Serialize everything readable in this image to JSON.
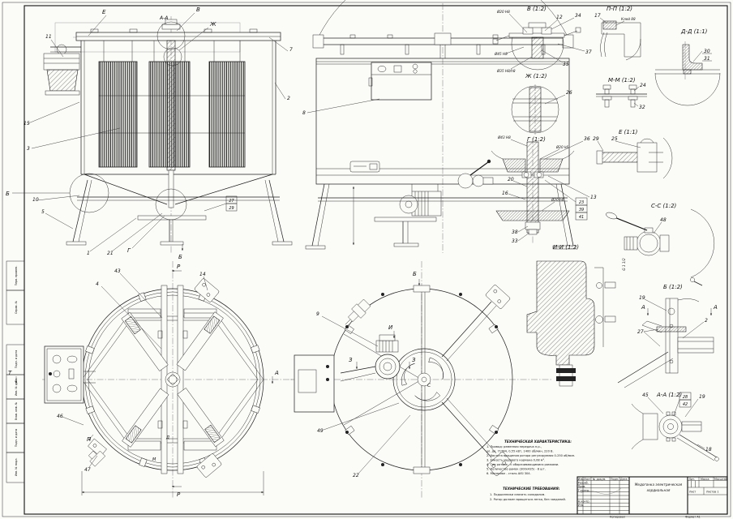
{
  "frame": {
    "margin_labels": [
      "Перв. примен.",
      "Справ. №",
      "Подп. и дата",
      "Инв. № дубл.",
      "Взам. инв. №",
      "Подп. и дата",
      "Инв. № подл."
    ],
    "copied": "Копировал",
    "format": "Формат А1"
  },
  "front": {
    "e": "Е",
    "v": "В",
    "aa": "А-А",
    "zh": "Ж",
    "g": "Г",
    "b_left": "Б",
    "b_bottom": "Б",
    "c7": "7",
    "c2": "2",
    "c11": "11",
    "c15": "15",
    "c3": "3",
    "c10": "10",
    "c5": "5",
    "c1": "1",
    "c21": "21",
    "c27": "27",
    "c29": "29"
  },
  "side": {
    "c8": "8"
  },
  "top": {
    "p_top": "Р",
    "p_bottom": "Р",
    "t_left": "Т",
    "a_right": "А",
    "pi": "П",
    "d": "Д",
    "m": "М",
    "c43": "43",
    "c4": "4",
    "c14": "14",
    "c46": "46",
    "c47": "47"
  },
  "bottom": {
    "b": "Б",
    "i": "И",
    "z1": "З",
    "z2": "З",
    "s": "С",
    "c9": "9",
    "c49": "49",
    "c22": "22"
  },
  "details": {
    "v": {
      "t": "В (1:2)",
      "c12": "12",
      "c34": "34",
      "c37": "37",
      "c35": "35",
      "d1": "Ø20 H8",
      "d2": "Ø45 H8",
      "d3": "Ø35 H8/h8"
    },
    "zh": {
      "t": "Ж (1:2)",
      "c26": "26"
    },
    "pp": {
      "t": "П-П (1:2)",
      "c17": "17",
      "glue": "Клей 88"
    },
    "mm": {
      "t": "М-М (1:2)",
      "c24": "24",
      "c32": "32"
    },
    "dd": {
      "t": "Д-Д (1:1)",
      "c30": "30",
      "c31": "31"
    },
    "g": {
      "t": "Г (1:2)",
      "c36": "36",
      "c20": "20",
      "c16": "16",
      "c13": "13",
      "c23": "23",
      "c39": "39",
      "c41": "41",
      "c38": "38",
      "c33": "33",
      "d1": "Ø43 H8",
      "d2": "Ø20 k6",
      "d3": "Ø20 h6"
    },
    "e": {
      "t": "Е (1:1)",
      "c29": "29",
      "c25": "25"
    },
    "ss": {
      "t": "С-С (1:2)",
      "c48": "48",
      "d1": "G 1 1/2"
    },
    "ii": {
      "t": "И-И (1:2)"
    },
    "b": {
      "t": "Б (1:2)",
      "c19": "19",
      "c27": "27",
      "c2": "2",
      "a_l": "А",
      "a_r": "А"
    },
    "aa": {
      "t": "А-А (1:2)",
      "c45": "45",
      "c28": "28",
      "c42": "42",
      "c19": "19",
      "c18": "18"
    }
  },
  "tech_char": {
    "title": "ТЕХНИЧЕСКАЯ ХАРАКТЕРИСТИКА:",
    "lines": [
      "1.  Привод: ременная передача п.р.,",
      "эл. дв. 71ТВ4, 0,55 кВт, 1400 об/мин, 220 В.",
      "2.  Частота вращения ротора регулируемая 0-250 об/мин.",
      "3.  Ёмкость медового кармана 0,08 м³.",
      "4.  Тип ротора - с оборачивающимися рамками.",
      "5.  Количество рамок (300х435) - 8 шт.",
      "6.  Материал - сталь AISI 304."
    ]
  },
  "tech_req": {
    "title": "ТЕХНИЧЕСКИЕ ТРЕБОВАНИЯ:",
    "lines": [
      "1.  Подшипники смазать солидолом.",
      "2.  Ротор должен вращаться легко, без заеданий."
    ]
  },
  "stamp": {
    "name1": "Медогонка электрическая",
    "name2": "хордиальная",
    "h_izm": "Изм.",
    "h_list": "Лист",
    "h_doc": "№ докум.",
    "h_sign": "Подп.",
    "h_date": "Дата",
    "r1": "Разраб.",
    "r2": "Пров.",
    "r3": "Т.контр.",
    "r4": "Н.контр.",
    "r5": "Утв.",
    "lit": "Лит.",
    "mass": "Масса",
    "scale": "Масштаб",
    "sheet": "Лист",
    "sheets": "Листов 1"
  }
}
